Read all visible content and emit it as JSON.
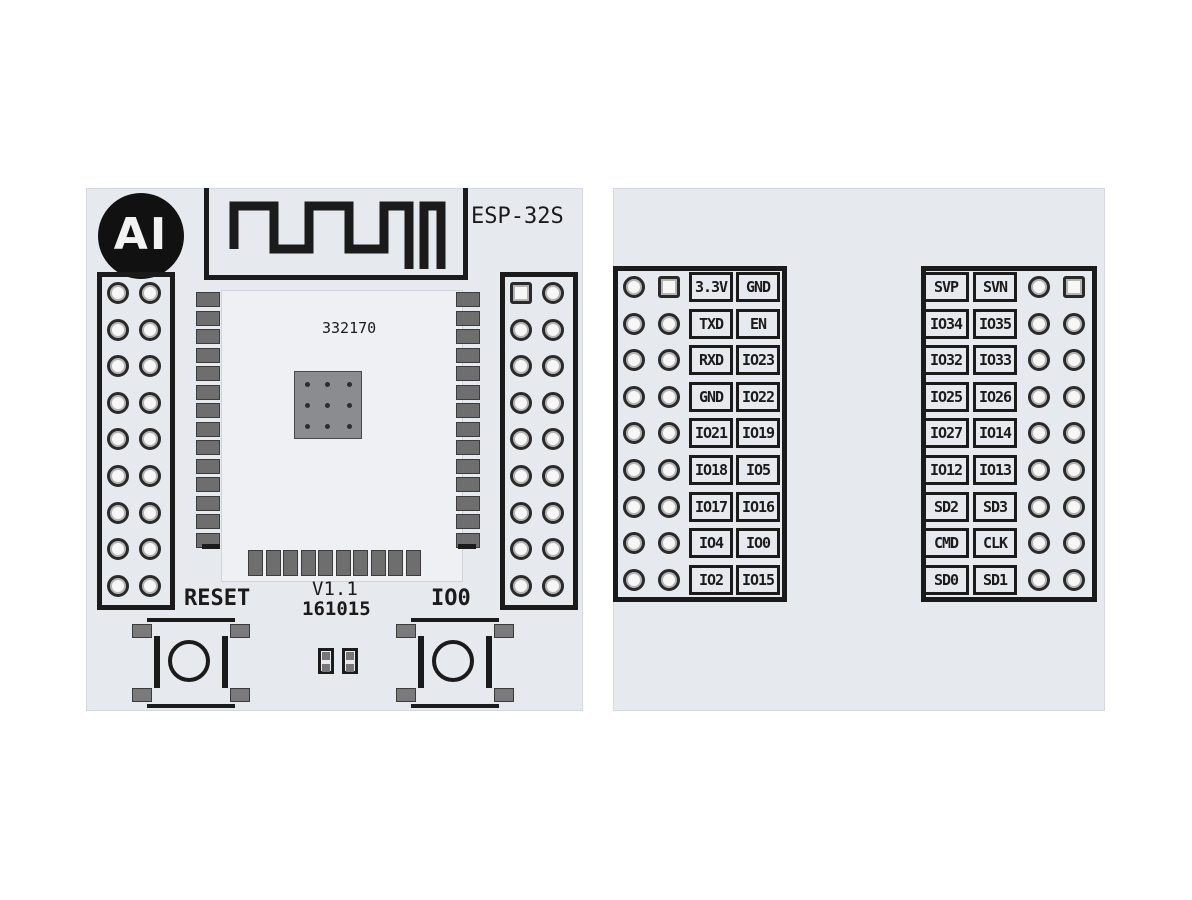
{
  "front_board": {
    "logo_text": "AI",
    "model_label": "ESP-32S",
    "chip_marking": "332170",
    "version_label": "V1.1",
    "date_label": "161015",
    "reset_label": "RESET",
    "io0_label": "IO0",
    "header_rows_per_side": 9
  },
  "back_board": {
    "left_labels": [
      [
        "3.3V",
        "GND"
      ],
      [
        "TXD",
        "EN"
      ],
      [
        "RXD",
        "IO23"
      ],
      [
        "GND",
        "IO22"
      ],
      [
        "IO21",
        "IO19"
      ],
      [
        "IO18",
        "IO5"
      ],
      [
        "IO17",
        "IO16"
      ],
      [
        "IO4",
        "IO0"
      ],
      [
        "IO2",
        "IO15"
      ]
    ],
    "right_labels": [
      [
        "SVP",
        "SVN"
      ],
      [
        "IO34",
        "IO35"
      ],
      [
        "IO32",
        "IO33"
      ],
      [
        "IO25",
        "IO26"
      ],
      [
        "IO27",
        "IO14"
      ],
      [
        "IO12",
        "IO13"
      ],
      [
        "SD2",
        "SD3"
      ],
      [
        "CMD",
        "CLK"
      ],
      [
        "SD0",
        "SD1"
      ]
    ]
  },
  "colors": {
    "board": "#e6e9ee",
    "silkscreen": "#1b1b1b",
    "pad": "#6e6e6e"
  }
}
